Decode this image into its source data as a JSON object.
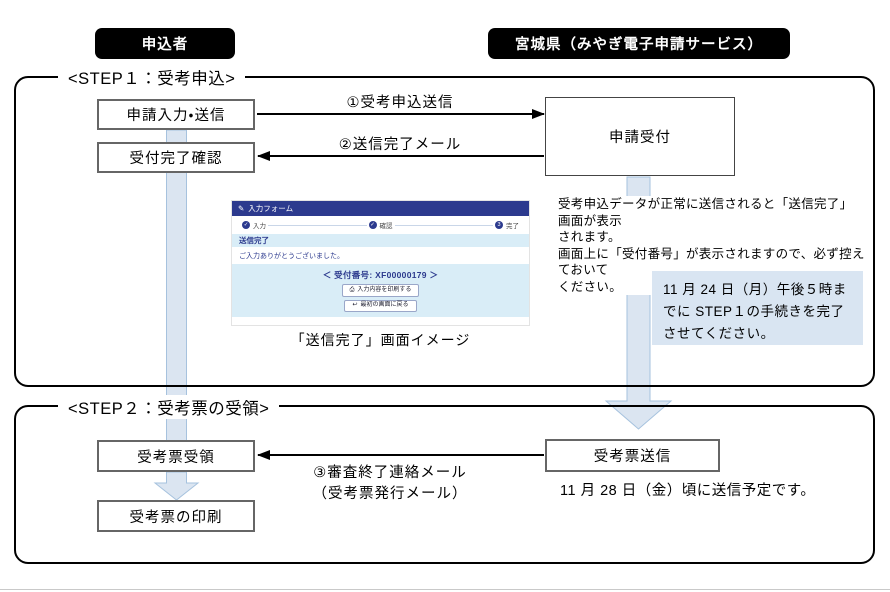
{
  "colors": {
    "band-fill": "#dbe5f1",
    "band-stroke": "#a6c2de",
    "note-fill": "#d9e5f2",
    "navy": "#2c3a8e",
    "mini-blue": "#d9edf7"
  },
  "lanes": {
    "applicant": "申込者",
    "service": "宮城県（みやぎ電子申請サービス）"
  },
  "step1": {
    "title": "<STEP１：受考申込>",
    "box_input": "申請入力・送信",
    "box_confirm": "受付完了確認",
    "box_reception": "申請受付",
    "arrow1_label": "①受考申込送信",
    "arrow2_label": "②送信完了メール",
    "note_lines": [
      "受考申込データが正常に送信されると「送信完了」画面が表示",
      "されます。",
      "画面上に「受付番号」が表示されますので、必ず控えておいて",
      "ください。"
    ],
    "deadline": "11 月 24 日（月）午後５時までに STEP１の手続きを完了させてください。",
    "screenshot_caption": "「送信完了」画面イメージ"
  },
  "screenshot": {
    "header_title": "入力フォーム",
    "steps": [
      "入力",
      "確認",
      "完了"
    ],
    "step3_marker": "3",
    "check_glyph": "✓",
    "edit_glyph": "✎",
    "print_glyph": "⎙",
    "back_glyph": "↩",
    "status_bar": "送信完了",
    "thanks": "ご入力ありがとうございました。",
    "receipt_number": "＜ 受付番号: XF00000179 ＞",
    "print_button": "入力内容を印刷する",
    "back_button": "最初の画面に戻る"
  },
  "step2": {
    "title": "<STEP２：受考票の受領>",
    "box_receive": "受考票受領",
    "box_print": "受考票の印刷",
    "box_send": "受考票送信",
    "arrow3_lines": [
      "③審査終了連絡メール",
      "（受考票発行メール）"
    ],
    "send_schedule": "11 月 28 日（金）頃に送信予定です。"
  }
}
